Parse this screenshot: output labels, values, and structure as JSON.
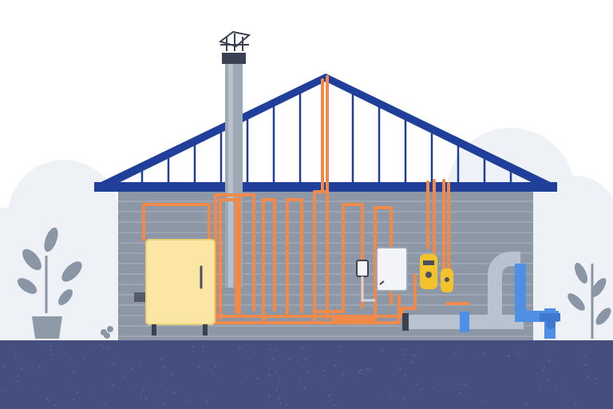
{
  "scene": {
    "subject": "house-plumbing-and-heating-illustration",
    "colors": {
      "sky": "#ffffff",
      "backdrop": "#e9edf3",
      "roof_frame": "#1f3f9a",
      "house_wall": "#8d97a6",
      "siding_line": "#a3acb9",
      "pipe_copper": "#f08a4b",
      "boiler_body": "#fbe7a3",
      "chimney": "#9ea9b6",
      "ground": "#444f7d",
      "water_pipe_blue": "#4f8fe4",
      "drain_pipe_gray": "#b9c3cf",
      "plant_leaf": "#8a96a6",
      "pot": "#8f9aa8",
      "gas_meter_yellow": "#f2c32c"
    },
    "objects": [
      "chimney-cap",
      "roof-truss",
      "water-heater-tank",
      "copper-pipes",
      "control-panel",
      "wall-thermostat",
      "gas-regulator",
      "drain-pipe",
      "water-main-valve",
      "potted-plant",
      "shrub"
    ]
  }
}
